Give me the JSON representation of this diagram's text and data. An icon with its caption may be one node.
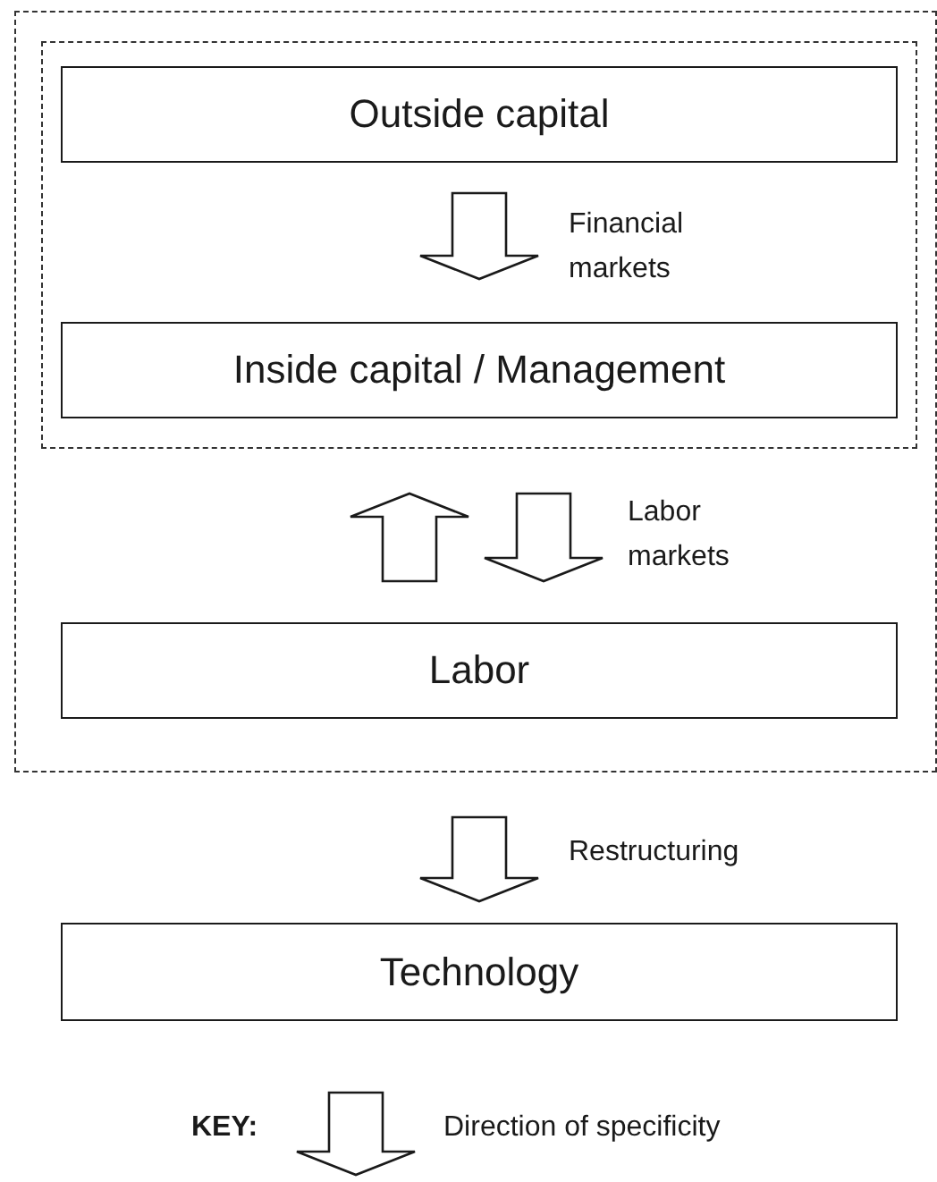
{
  "diagram": {
    "nodes": [
      {
        "text": [],
        "shape": "box"
      },
      {
        "text": [],
        "shape": "box",
        "in": 0
      },
      {
        "text": [
          "Outside capital"
        ],
        "in": 1
      },
      {
        "text": [
          "Inside capital / Management"
        ],
        "in": 1
      },
      {
        "text": [
          "Labor"
        ],
        "in": 0
      },
      {
        "text": [
          "Technology"
        ]
      }
    ],
    "edges": [
      {
        "from": 2,
        "to": 3,
        "arrow": "to",
        "label": "Financial markets"
      },
      {
        "from": 4,
        "to": 3,
        "arrow": "to"
      },
      {
        "from": 3,
        "to": 4,
        "arrow": "to",
        "label": "Labor markets"
      },
      {
        "from": 0,
        "to": 5,
        "arrow": "to",
        "label": "Restructuring"
      }
    ],
    "labels": [
      "KEY:"
    ],
    "legend": [
      {
        "text": "Direction of specificity"
      }
    ]
  }
}
